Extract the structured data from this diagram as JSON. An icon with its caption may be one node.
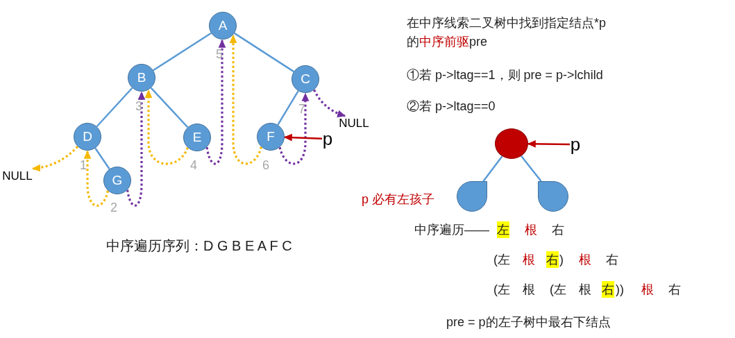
{
  "diagram": {
    "nodes": [
      {
        "text": [
          "A"
        ]
      },
      {
        "text": [
          "B"
        ]
      },
      {
        "text": [
          "C"
        ]
      },
      {
        "text": [
          "D"
        ]
      },
      {
        "text": [
          "E"
        ]
      },
      {
        "text": [
          "F"
        ]
      },
      {
        "text": [
          "G"
        ]
      },
      {
        "text": [
          "NULL"
        ]
      },
      {
        "text": [
          "NULL"
        ]
      },
      {
        "text": [
          "p"
        ]
      },
      {
        "text": [],
        "shape": "circle"
      },
      {
        "text": [
          "p"
        ]
      },
      {
        "text": [],
        "shape": "drop"
      },
      {
        "text": [],
        "shape": "drop"
      }
    ],
    "edges": [
      {
        "from": 0,
        "to": 1,
        "arrow": "none"
      },
      {
        "from": 0,
        "to": 2,
        "arrow": "none"
      },
      {
        "from": 1,
        "to": 3,
        "arrow": "none"
      },
      {
        "from": 1,
        "to": 4,
        "arrow": "none"
      },
      {
        "from": 2,
        "to": 5,
        "arrow": "none"
      },
      {
        "from": 3,
        "to": 6,
        "arrow": "none"
      },
      {
        "from": 3,
        "to": 7,
        "arrow": "to",
        "style": "dashed",
        "color": "#f5b800"
      },
      {
        "from": 6,
        "to": 3,
        "arrow": "to",
        "style": "dashed",
        "color": "#f5b800"
      },
      {
        "from": 6,
        "to": 1,
        "arrow": "to",
        "style": "dashed",
        "color": "#7030a0"
      },
      {
        "from": 4,
        "to": 1,
        "arrow": "to",
        "style": "dashed",
        "color": "#f5b800"
      },
      {
        "from": 4,
        "to": 0,
        "arrow": "to",
        "style": "dashed",
        "color": "#7030a0"
      },
      {
        "from": 5,
        "to": 0,
        "arrow": "to",
        "style": "dashed",
        "color": "#f5b800"
      },
      {
        "from": 5,
        "to": 2,
        "arrow": "to",
        "style": "dashed",
        "color": "#7030a0"
      },
      {
        "from": 2,
        "to": 8,
        "arrow": "to",
        "style": "dashed",
        "color": "#7030a0"
      },
      {
        "from": 9,
        "to": 5,
        "arrow": "to",
        "color": "#c00000"
      },
      {
        "from": 11,
        "to": 10,
        "arrow": "to",
        "color": "#c00000"
      },
      {
        "from": 10,
        "to": 12,
        "arrow": "none"
      },
      {
        "from": 10,
        "to": 13,
        "arrow": "none"
      }
    ],
    "labels": [
      "在中序线索二叉树中找到指定结点*p",
      "的",
      "中序前驱",
      "pre",
      "①若 p->ltag==1，则 pre = p->lchild",
      "②若 p->ltag==0",
      "5",
      "3",
      "7",
      "1",
      "4",
      "6",
      "2",
      "p 必有左孩子",
      "中序遍历——",
      "左",
      "根",
      "右",
      "(左",
      "根",
      "右",
      ")",
      "根",
      "右",
      "(左",
      "根",
      "(左",
      "根",
      "右",
      "))",
      "根",
      "右",
      "pre = p的左子树中最右下结点",
      "中序遍历序列：D G B E A F C"
    ]
  }
}
